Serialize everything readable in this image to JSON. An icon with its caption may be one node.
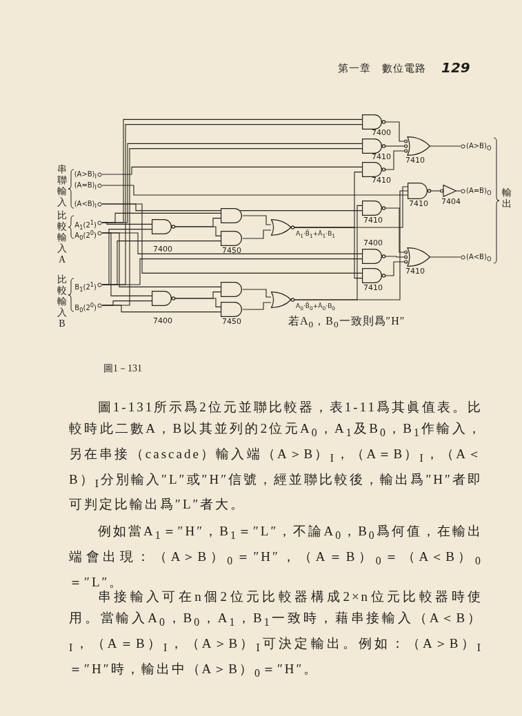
{
  "diagram": {
    "caption": "圖1－131",
    "nodes": [
      {
        "text": [
          "(A>B)$_{I}$"
        ]
      },
      {
        "text": [
          "(A=B)$_{I}$"
        ]
      },
      {
        "text": [
          "(A<B)$_{I}$"
        ]
      },
      {
        "text": [
          "A$_{1}$(2$^{1}$)"
        ]
      },
      {
        "text": [
          "A$_{0}$(2$^{0}$)"
        ]
      },
      {
        "text": [
          "B$_{1}$(2$^{1}$)"
        ]
      },
      {
        "text": [
          "B$_{0}$(2$^{0}$)"
        ]
      },
      {
        "text": [],
        "shape": "gate",
        "beside": [
          "7400"
        ]
      },
      {
        "text": [],
        "shape": "gate",
        "beside": [
          "7400"
        ]
      },
      {
        "text": [],
        "shape": "gate"
      },
      {
        "text": [],
        "shape": "gate",
        "beside": [
          "7450"
        ]
      },
      {
        "text": [],
        "shape": "gate",
        "beside": [
          "A$_{1}$·B̄$_{1}$+Ā$_{1}$·B$_{1}$"
        ]
      },
      {
        "text": [],
        "shape": "gate"
      },
      {
        "text": [],
        "shape": "gate",
        "beside": [
          "7450"
        ]
      },
      {
        "text": [],
        "shape": "gate",
        "beside": [
          "A$_{0}$·B̄$_{0}$+Ā$_{0}$·B$_{0}$"
        ]
      },
      {
        "text": [],
        "shape": "gate",
        "beside": [
          "7400"
        ]
      },
      {
        "text": [],
        "shape": "gate",
        "beside": [
          "7410"
        ]
      },
      {
        "text": [],
        "shape": "gate",
        "beside": [
          "7410"
        ]
      },
      {
        "text": [],
        "shape": "gate",
        "beside": [
          "7410"
        ]
      },
      {
        "text": [],
        "shape": "gate",
        "beside": [
          "7410"
        ]
      },
      {
        "text": [],
        "shape": "gate",
        "beside": [
          "7404"
        ]
      },
      {
        "text": [],
        "shape": "gate",
        "beside": [
          "7410"
        ]
      },
      {
        "text": [],
        "shape": "gate",
        "beside": [
          "7400"
        ]
      },
      {
        "text": [],
        "shape": "gate",
        "beside": [
          "7410"
        ]
      },
      {
        "text": [],
        "shape": "gate",
        "beside": [
          "7410"
        ]
      },
      {
        "text": [
          "(A>B)$_{O}$"
        ]
      },
      {
        "text": [
          "(A=B)$_{O}$"
        ]
      },
      {
        "text": [
          "(A<B)$_{O}$"
        ]
      }
    ],
    "edges": [
      {
        "from": 3,
        "to": 7,
        "arrow": "none"
      },
      {
        "from": 5,
        "to": 7,
        "arrow": "none"
      },
      {
        "from": 4,
        "to": 8,
        "arrow": "none"
      },
      {
        "from": 6,
        "to": 8,
        "arrow": "none"
      },
      {
        "from": 3,
        "to": 9,
        "arrow": "none"
      },
      {
        "from": 7,
        "to": 9,
        "arrow": "none"
      },
      {
        "from": 7,
        "to": 10,
        "arrow": "none"
      },
      {
        "from": 5,
        "to": 10,
        "arrow": "none"
      },
      {
        "from": 9,
        "to": 11,
        "arrow": "none"
      },
      {
        "from": 10,
        "to": 11,
        "arrow": "none"
      },
      {
        "from": 4,
        "to": 12,
        "arrow": "none"
      },
      {
        "from": 8,
        "to": 12,
        "arrow": "none"
      },
      {
        "from": 8,
        "to": 13,
        "arrow": "none"
      },
      {
        "from": 6,
        "to": 13,
        "arrow": "none"
      },
      {
        "from": 12,
        "to": 14,
        "arrow": "none"
      },
      {
        "from": 13,
        "to": 14,
        "arrow": "none"
      },
      {
        "from": 3,
        "to": 15,
        "arrow": "none"
      },
      {
        "from": 5,
        "to": 15,
        "arrow": "none"
      },
      {
        "from": 3,
        "to": 16,
        "arrow": "none"
      },
      {
        "from": 6,
        "to": 16,
        "arrow": "none"
      },
      {
        "from": 0,
        "to": 17,
        "arrow": "none"
      },
      {
        "from": 11,
        "to": 17,
        "arrow": "none"
      },
      {
        "from": 15,
        "to": 18,
        "arrow": "none"
      },
      {
        "from": 16,
        "to": 18,
        "arrow": "none"
      },
      {
        "from": 17,
        "to": 18,
        "arrow": "none"
      },
      {
        "from": 18,
        "to": 25,
        "arrow": "none"
      },
      {
        "from": 11,
        "to": 19,
        "arrow": "none"
      },
      {
        "from": 14,
        "to": 19,
        "arrow": "none"
      },
      {
        "from": 1,
        "to": 19,
        "arrow": "none"
      },
      {
        "from": 19,
        "to": 20,
        "arrow": "none"
      },
      {
        "from": 20,
        "to": 26,
        "arrow": "none"
      },
      {
        "from": 14,
        "to": 21,
        "arrow": "none"
      },
      {
        "from": 2,
        "to": 21,
        "arrow": "none"
      },
      {
        "from": 4,
        "to": 22,
        "arrow": "none"
      },
      {
        "from": 5,
        "to": 22,
        "arrow": "none"
      },
      {
        "from": 2,
        "to": 23,
        "arrow": "none"
      },
      {
        "from": 11,
        "to": 23,
        "arrow": "none"
      },
      {
        "from": 21,
        "to": 24,
        "arrow": "none"
      },
      {
        "from": 22,
        "to": 24,
        "arrow": "none"
      },
      {
        "from": 23,
        "to": 24,
        "arrow": "none"
      },
      {
        "from": 24,
        "to": 27,
        "arrow": "none"
      }
    ],
    "labels": [
      "第一章　數位電路",
      "129",
      "串聯輸入",
      "比較輸入A",
      "比較輸入B",
      "輸出",
      "若A$_{0}$，B$_{0}$一致則爲″H″",
      "圖1-131所示爲2位元並聯比較器，表1-11爲其眞值表。比較時此二數A，B以其並列的2位元A$_{0}$，A$_{1}$及B$_{0}$，B$_{1}$作輸入，另在串接（cascade）輸入端（A＞B）$_{I}$，（A＝B）$_{I}$，（A＜B）$_{I}$分別輸入″L″或″H″信號，經並聯比較後，輸出爲″H″者即可判定比輸出爲″L″者大。",
      "例如當A$_{1}$＝″H″，B$_{1}$＝″L″，不論A$_{0}$，B$_{0}$爲何值，在輸出端會出現：（A＞B）$_{0}$＝″H″，（A＝B）$_{0}$＝（A＜B）$_{0}$＝″L″。",
      "串接輸入可在n個2位元比較器構成2×n位元比較器時使用。當輸入A$_{0}$，B$_{0}$，A$_{1}$，B$_{1}$一致時，藉串接輸入（A＜B）$_{I}$，（A＝B）$_{I}$，（A＞B）$_{I}$可決定輸出。例如：（A＞B）$_{I}$＝″H″時，輸出中（A＞B）$_{0}$＝″H″。"
    ]
  }
}
